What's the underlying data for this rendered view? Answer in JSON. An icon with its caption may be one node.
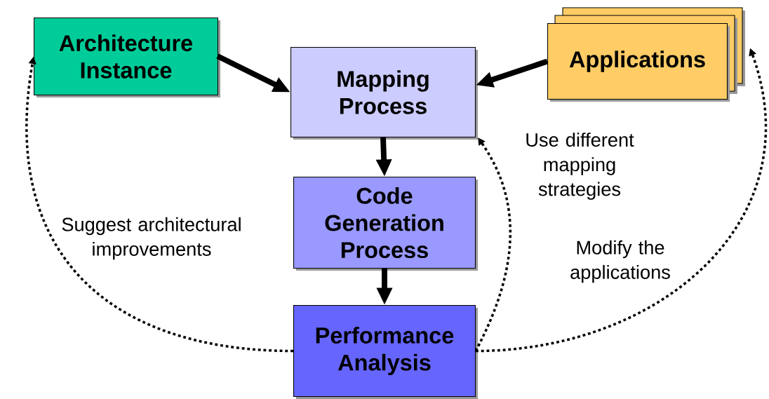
{
  "diagram": {
    "nodes": [
      {
        "text": [
          "Architecture Instance"
        ]
      },
      {
        "text": [
          "Mapping Process"
        ]
      },
      {
        "text": [
          "Applications"
        ]
      },
      {
        "text": [
          "Code Generation Process"
        ]
      },
      {
        "text": [
          "Performance Analysis"
        ]
      }
    ],
    "edges": [
      {
        "from": 0,
        "to": 1,
        "arrow": "to"
      },
      {
        "from": 2,
        "to": 1,
        "arrow": "to"
      },
      {
        "from": 1,
        "to": 3,
        "arrow": "to"
      },
      {
        "from": 3,
        "to": 4,
        "arrow": "to"
      },
      {
        "from": 4,
        "to": 0,
        "arrow": "to",
        "style": "dashed"
      },
      {
        "from": 4,
        "to": 1,
        "arrow": "to",
        "style": "dashed"
      },
      {
        "from": 4,
        "to": 2,
        "arrow": "to",
        "style": "dashed"
      }
    ],
    "labels": [
      "Use different mapping strategies",
      "Suggest architectural improvements",
      "Modify the applications"
    ]
  }
}
